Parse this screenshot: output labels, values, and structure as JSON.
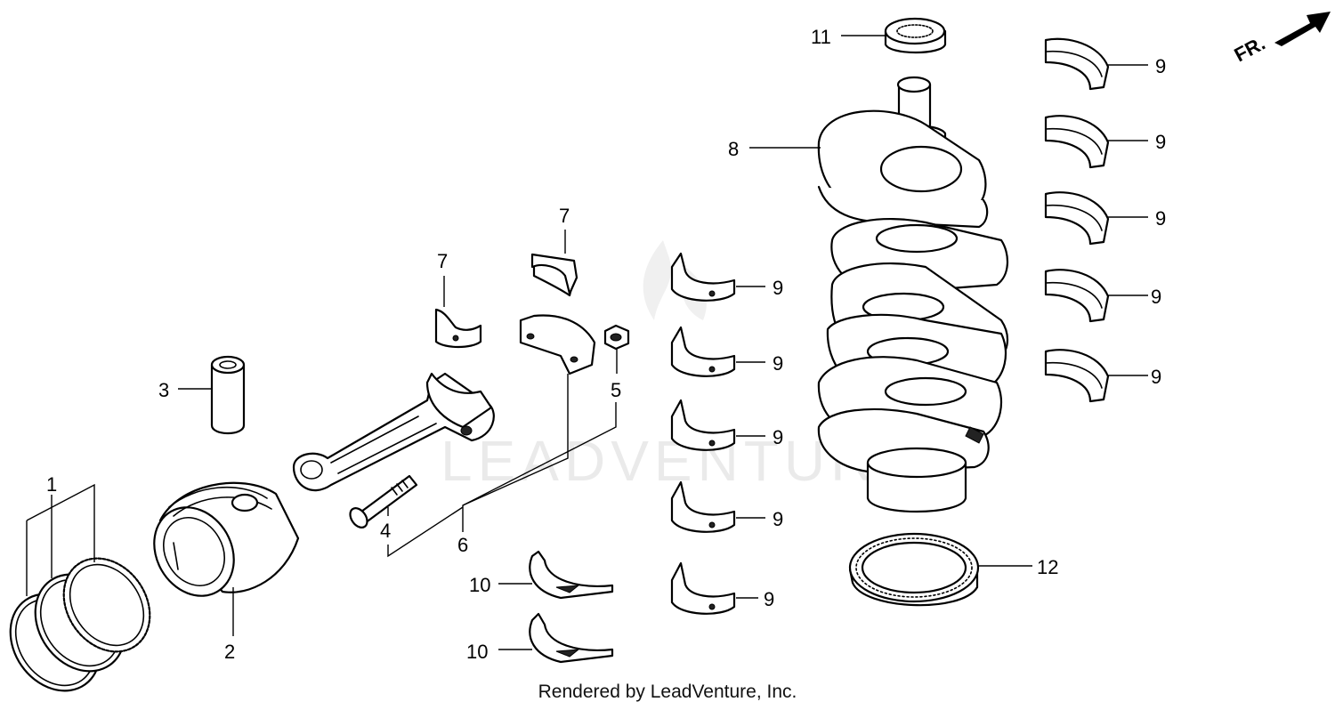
{
  "callouts": {
    "c1": "1",
    "c2": "2",
    "c3": "3",
    "c4": "4",
    "c5": "5",
    "c6": "6",
    "c7a": "7",
    "c7b": "7",
    "c8": "8",
    "c9": "9",
    "c10": "10",
    "c11": "11",
    "c12": "12"
  },
  "direction": {
    "label": "FR."
  },
  "watermark": {
    "text": "LEADVENTURE"
  },
  "footer": {
    "text": "Rendered by LeadVenture, Inc."
  }
}
